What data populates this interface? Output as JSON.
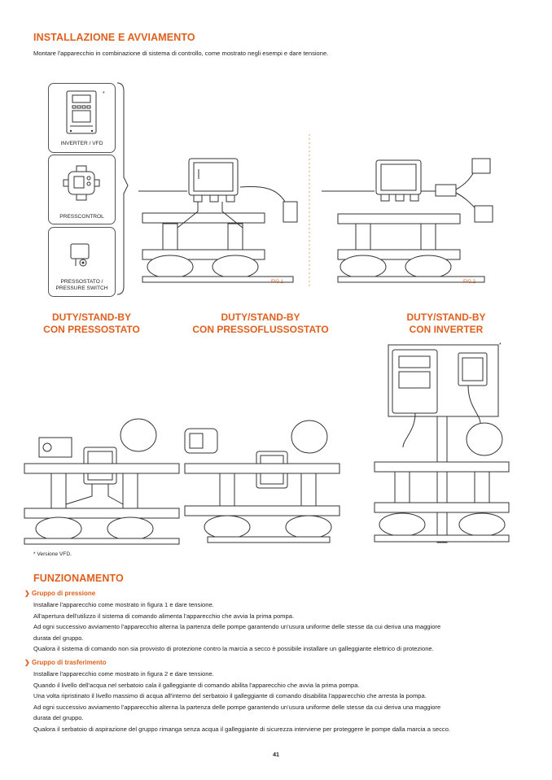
{
  "header": {
    "title": "INSTALLAZIONE E AVVIAMENTO",
    "intro": "Montare l'apparecchio in combinazione di sistema di controllo, come mostrato negli esempi e dare tensione."
  },
  "device_panels": [
    {
      "label_lines": [
        "INVERTER / VFD"
      ],
      "asterisk": "*"
    },
    {
      "label_lines": [
        "PRESSCONTROL"
      ]
    },
    {
      "label_lines": [
        "PRESSOSTATO /",
        "PRESSURE SWITCH"
      ]
    }
  ],
  "figures": {
    "fig1": "FIG.1",
    "fig2": "FIG.2"
  },
  "configurations": [
    {
      "title_lines": [
        "DUTY/STAND-BY",
        "CON PRESSOSTATO"
      ]
    },
    {
      "title_lines": [
        "DUTY/STAND-BY",
        "CON PRESSOFLUSSOSTATO"
      ]
    },
    {
      "title_lines": [
        "DUTY/STAND-BY",
        "CON INVERTER"
      ],
      "asterisk": "*"
    }
  ],
  "vfd_note": "* Versione VFD.",
  "funzionamento": {
    "title": "FUNZIONAMENTO",
    "sections": [
      {
        "title": "Gruppo di pressione",
        "lines": [
          "Installare l'apparecchio come mostrato in figura 1 e dare tensione.",
          "All'apertura dell'utilizzo il sistema di comando alimenta l'apparecchio che avvia la prima pompa.",
          "Ad ogni successivo avviamento l'apparecchio alterna la partenza delle pompe garantendo un'usura uniforme delle stesse da cui deriva una maggiore",
          "durata del gruppo.",
          "Qualora il sistema di comando non sia provvisto di protezione contro la marcia a secco è possibile installare un galleggiante elettrico di protezione."
        ]
      },
      {
        "title": "Gruppo di trasferimento",
        "lines": [
          "Installare l'apparecchio come mostrato in figura 2 e dare tensione.",
          "Quando il livello dell'acqua nel serbatoio cala il galleggiante di comando abilita l'apparecchio che avvia la prima pompa.",
          "Una volta ripristinato il livello massimo di acqua all'interno del serbatoio il galleggiante di comando disabilita l'apparecchio che arresta la pompa.",
          "Ad ogni successivo avviamento l'apparecchio alterna la partenza delle pompe garantendo un'usura uniforme delle stesse da cui deriva una maggiore",
          "durata del gruppo.",
          "Qualora il serbatoio di aspirazione del gruppo rimanga senza acqua il galleggiante di sicurezza interviene per proteggere le pompe dalla marcia a secco."
        ]
      }
    ]
  },
  "page_number": "41",
  "colors": {
    "accent": "#e0601e",
    "text": "#222222",
    "line": "#333333"
  }
}
